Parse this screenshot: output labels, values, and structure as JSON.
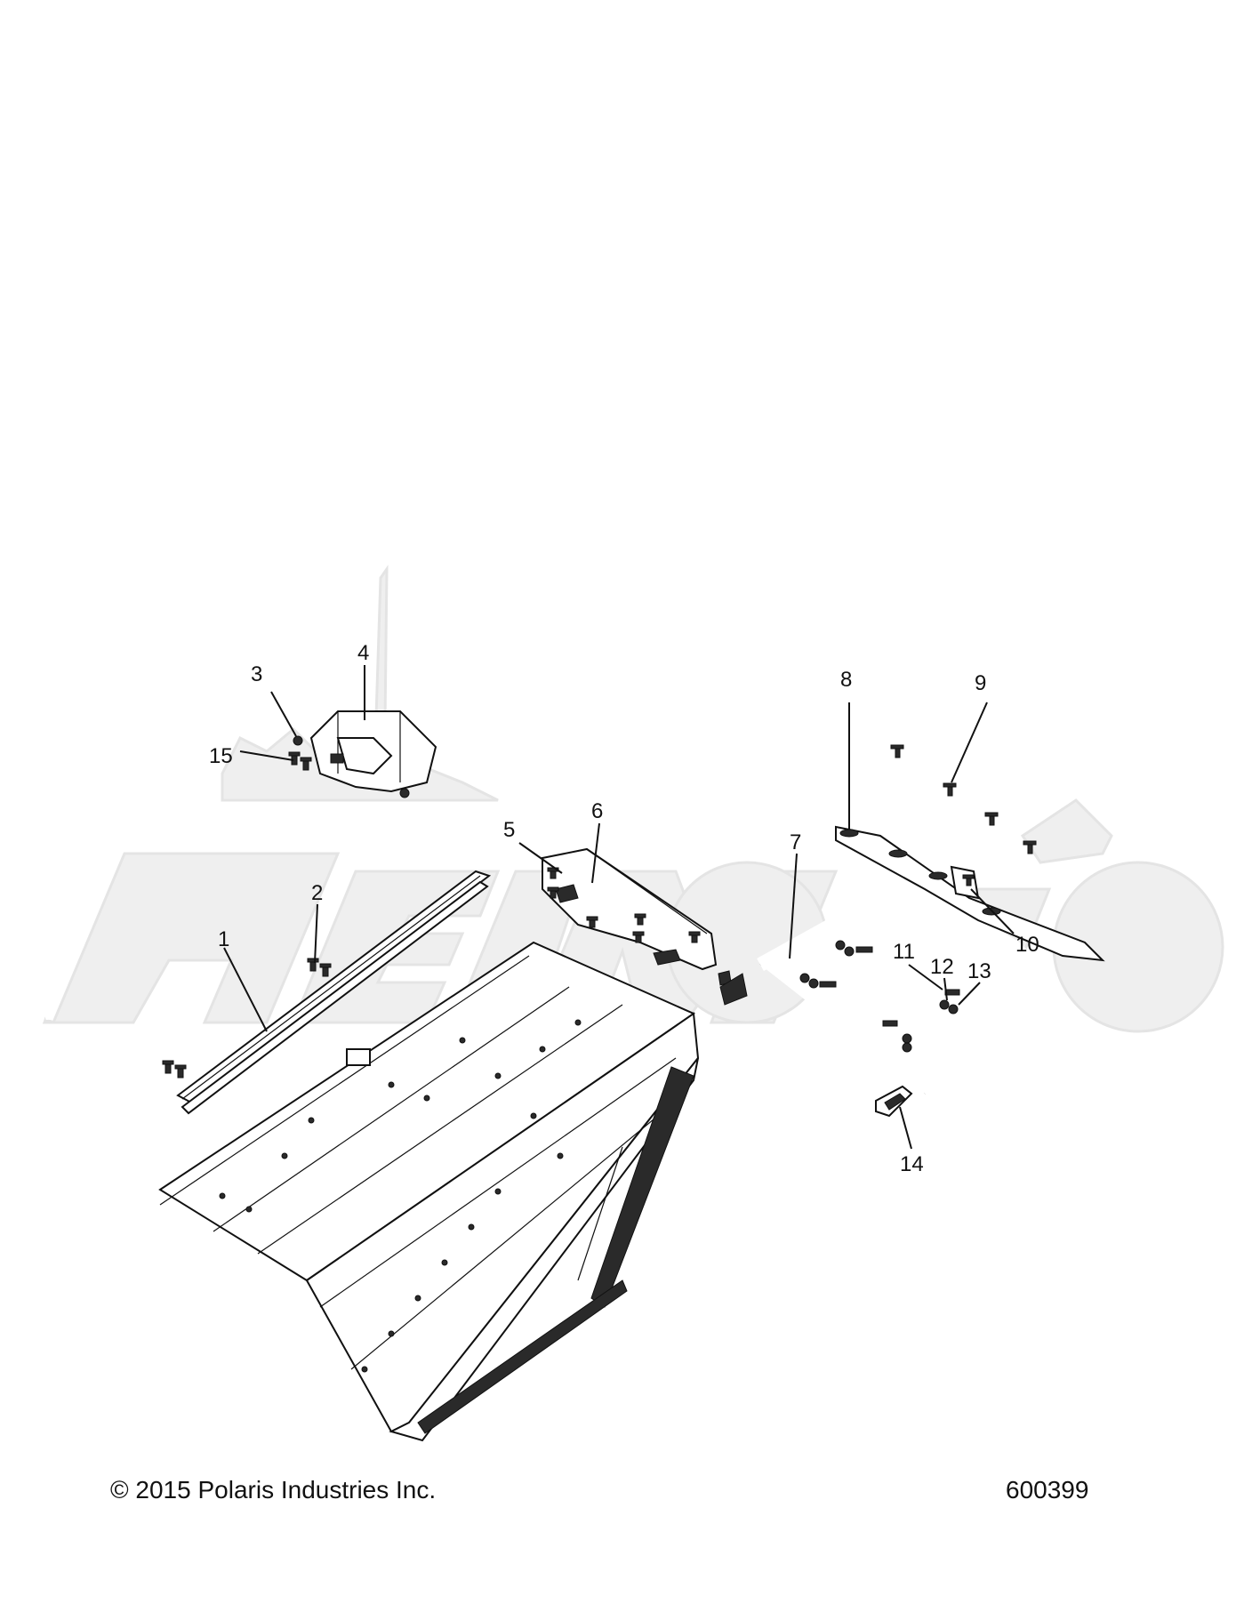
{
  "diagram": {
    "callouts": {
      "c1": "1",
      "c2": "2",
      "c3": "3",
      "c4": "4",
      "c5": "5",
      "c6": "6",
      "c7": "7",
      "c8": "8",
      "c9": "9",
      "c10": "10",
      "c11": "11",
      "c12": "12",
      "c13": "13",
      "c14": "14",
      "c15": "15"
    },
    "watermark": "AeriMoto",
    "colors": {
      "ink": "#111111",
      "watermark": "#efefef",
      "background": "#ffffff"
    }
  },
  "footer": {
    "copyright": "© 2015 Polaris Industries Inc.",
    "diagram_id": "600399"
  }
}
